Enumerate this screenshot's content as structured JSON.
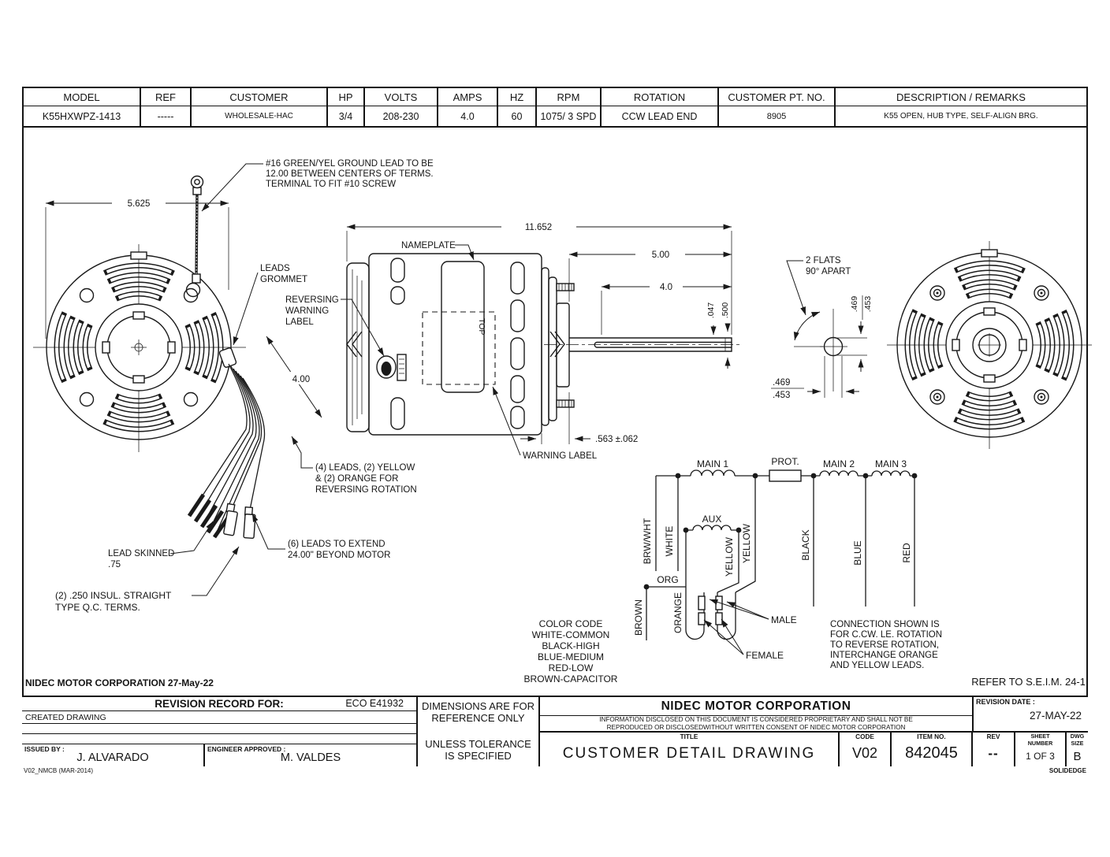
{
  "spec": {
    "headers": [
      "MODEL",
      "REF",
      "CUSTOMER",
      "HP",
      "VOLTS",
      "AMPS",
      "HZ",
      "RPM",
      "ROTATION",
      "CUSTOMER PT. NO.",
      "DESCRIPTION / REMARKS"
    ],
    "values": [
      "K55HXWPZ-1413",
      "-----",
      "WHOLESALE-HAC",
      "3/4",
      "208-230",
      "4.0",
      "60",
      "1075/ 3 SPD",
      "CCW LEAD END",
      "8905",
      "K55 OPEN, HUB TYPE, SELF-ALIGN BRG."
    ]
  },
  "callouts": {
    "ground_1": "#16 GREEN/YEL GROUND LEAD TO BE",
    "ground_2": "12.00 BETWEEN CENTERS OF TERMS.",
    "ground_3": "TERMINAL TO FIT #10 SCREW",
    "leads": "LEADS",
    "grommet": "GROMMET",
    "reversing": "REVERSING",
    "warning": "WARNING",
    "label": "LABEL",
    "nameplate": "NAMEPLATE",
    "warning_label": "WARNING LABEL",
    "top": "TOP",
    "lead_skinned": "LEAD SKINNED",
    "lead_skinned_val": ".75",
    "qc_terms_1": "(2) .250 INSUL. STRAIGHT",
    "qc_terms_2": "TYPE Q.C. TERMS.",
    "four_leads_1": "(4) LEADS, (2) YELLOW",
    "four_leads_2": "& (2) ORANGE FOR",
    "four_leads_3": "REVERSING ROTATION",
    "six_leads_1": "(6) LEADS TO EXTEND",
    "six_leads_2": "24.00\" BEYOND MOTOR",
    "flats_1": "2 FLATS",
    "flats_2": "90° APART"
  },
  "dims": {
    "front_width": "5.625",
    "overall_length": "11.652",
    "shaft_ext": "5.00",
    "shaft_usable": "4.0",
    "flat_depth": ".047",
    "shaft_dia": ".500",
    "hub_len": ".563 ±.062",
    "lead_dim": "4.00",
    "d469": ".469",
    "d453": ".453"
  },
  "schematic": {
    "main1": "MAIN 1",
    "prot": "PROT.",
    "main2": "MAIN 2",
    "main3": "MAIN 3",
    "aux": "AUX",
    "brwwht": "BRW/WHT",
    "white": "WHITE",
    "yellow": "YELLOW",
    "black": "BLACK",
    "blue": "BLUE",
    "red": "RED",
    "brown": "BROWN",
    "org": "ORG",
    "orange": "ORANGE",
    "male": "MALE",
    "female": "FEMALE",
    "note_1": "CONNECTION SHOWN IS",
    "note_2": "FOR C.CW. LE. ROTATION",
    "note_3": "TO REVERSE ROTATION,",
    "note_4": "INTERCHANGE ORANGE",
    "note_5": "AND YELLOW LEADS."
  },
  "color_code": {
    "title": "COLOR CODE",
    "line_1": "WHITE-COMMON",
    "line_2": "BLACK-HIGH",
    "line_3": "BLUE-MEDIUM",
    "line_4": "RED-LOW",
    "line_5": "BROWN-CAPACITOR"
  },
  "footer": {
    "corp_date": "NIDEC MOTOR CORPORATION 27-May-22",
    "refer": "REFER TO S.E.I.M. 24-1",
    "revision_record": "REVISION RECORD FOR:",
    "eco": "ECO E41932",
    "created": "CREATED DRAWING",
    "issued_label": "ISSUED BY :",
    "issued_by": "J. ALVARADO",
    "engineer_label": "ENGINEER APPROVED :",
    "engineer": "M. VALDES",
    "dims_1": "DIMENSIONS ARE FOR",
    "dims_2": "REFERENCE ONLY",
    "tol_1": "UNLESS TOLERANCE",
    "tol_2": "IS SPECIFIED",
    "company": "NIDEC MOTOR CORPORATION",
    "prop_1": "INFORMATION DISCLOSED ON THIS DOCUMENT IS CONSIDERED PROPRIETARY AND SHALL NOT BE",
    "prop_2": "REPRODUCED OR DISCLOSEDWITHOUT WRITTEN CONSENT OF NIDEC MOTOR CORPORATION",
    "rev_date_label": "REVISION DATE :",
    "rev_date": "27-MAY-22",
    "title_label": "TITLE",
    "title": "CUSTOMER  DETAIL  DRAWING",
    "code_label": "CODE",
    "code": "V02",
    "item_label": "ITEM NO.",
    "item": "842045",
    "rev_label": "REV",
    "rev": "--",
    "sheet_label_1": "SHEET",
    "sheet_label_2": "NUMBER",
    "sheet": "1  OF  3",
    "size_label_1": "DWG",
    "size_label_2": "SIZE",
    "size": "B",
    "form": "V02_NMCB (MAR-2014)",
    "cad": "SOLIDEDGE"
  }
}
